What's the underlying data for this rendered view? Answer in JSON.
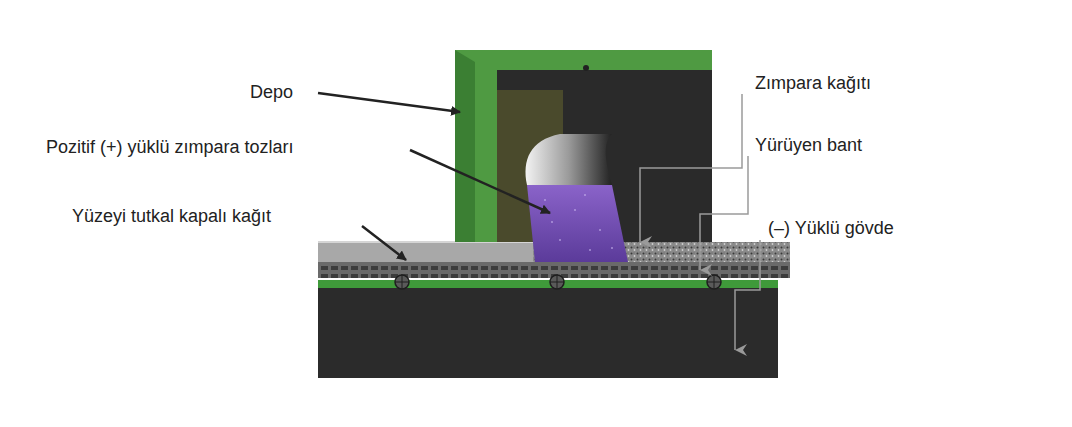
{
  "diagram": {
    "labels": [
      "Depo",
      "Pozitif (+) yüklü zımpara tozları",
      "Yüzeyi tutkal kapalı kağıt",
      "Zımpara kağıtı",
      "Yürüyen bant",
      "(–) Yüklü gövde"
    ]
  }
}
